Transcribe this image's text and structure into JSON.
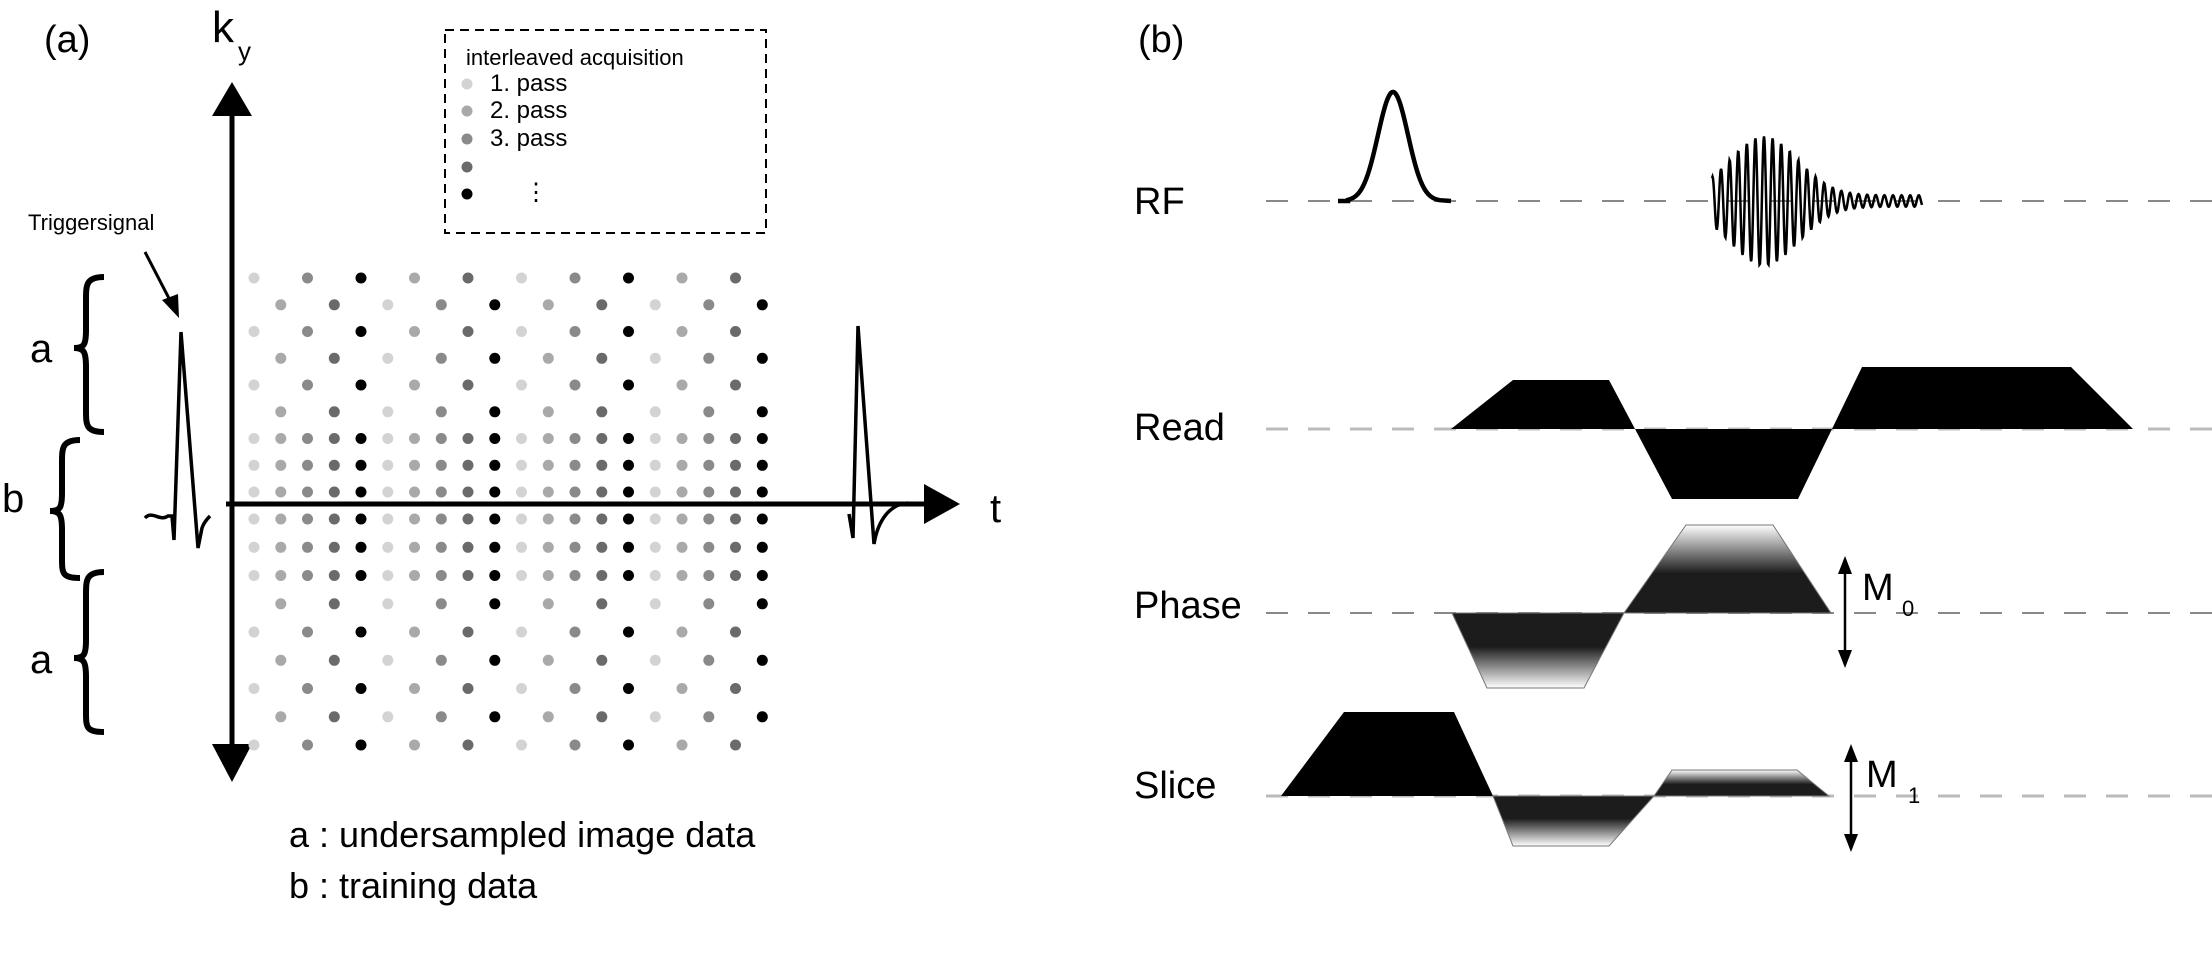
{
  "panel_a": {
    "label": "(a)",
    "y_axis_label": "k",
    "y_axis_subscript": "y",
    "x_axis_label": "t",
    "trigger_label": "Triggersignal",
    "legend": {
      "title": "interleaved acquisition",
      "items": [
        {
          "label": "1.  pass",
          "color": "#d3d3d3"
        },
        {
          "label": "2.  pass",
          "color": "#a9a9a9"
        },
        {
          "label": "3.  pass",
          "color": "#8a8a8a"
        },
        {
          "label": "",
          "color": "#6a6a6a"
        },
        {
          "label": "",
          "color": "#000000"
        }
      ],
      "ellipsis": "⋮"
    },
    "braces": [
      {
        "label": "a"
      },
      {
        "label": "b"
      },
      {
        "label": "a"
      }
    ],
    "footnotes": [
      "a : undersampled image data",
      "b : training data"
    ],
    "sampling": {
      "columns": 20,
      "rows": 18,
      "pass_colors": [
        "#d3d3d3",
        "#a9a9a9",
        "#8a8a8a",
        "#6a6a6a",
        "#000000"
      ],
      "row_types": [
        "A",
        "B",
        "A",
        "B",
        "A",
        "B",
        "F",
        "F",
        "F",
        "F",
        "F",
        "F",
        "B",
        "A",
        "B",
        "A",
        "B",
        "A"
      ],
      "pattern_A": [
        0,
        null,
        2,
        null,
        4,
        null,
        1,
        null,
        3,
        null,
        0,
        null,
        2,
        null,
        4,
        null,
        1,
        null,
        3,
        null
      ],
      "pattern_B": [
        null,
        1,
        null,
        3,
        null,
        0,
        null,
        2,
        null,
        4,
        null,
        1,
        null,
        3,
        null,
        0,
        null,
        2,
        null,
        4
      ],
      "pattern_F": [
        0,
        1,
        2,
        3,
        4,
        0,
        1,
        2,
        3,
        4,
        0,
        1,
        2,
        3,
        4,
        0,
        1,
        2,
        3,
        4
      ]
    }
  },
  "panel_b": {
    "label": "(b)",
    "channels": [
      {
        "name": "RF"
      },
      {
        "name": "Read"
      },
      {
        "name": "Phase"
      },
      {
        "name": "Slice"
      }
    ],
    "annotations": [
      {
        "text": "M",
        "subscript": "0",
        "channel": "Phase"
      },
      {
        "text": "M",
        "subscript": "1",
        "channel": "Slice"
      }
    ]
  }
}
